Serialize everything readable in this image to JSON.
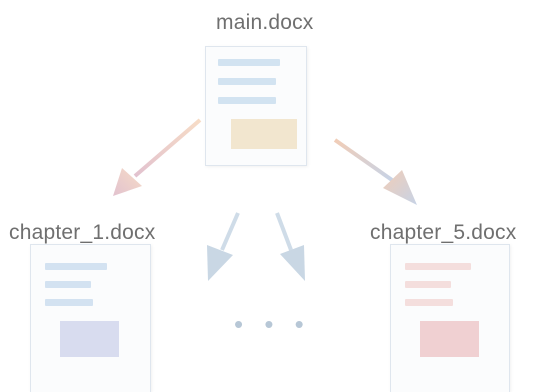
{
  "main": {
    "label": "main.docx"
  },
  "chapter_left": {
    "label": "chapter_1.docx"
  },
  "chapter_right": {
    "label": "chapter_5.docx"
  },
  "ellipsis": "• • •",
  "colors": {
    "main_lines": "#d2e3f1",
    "main_block": "#f2e6cf",
    "left_lines": "#d3e2f1",
    "left_block": "#d8dcef",
    "right_lines": "#f4dedd",
    "right_block": "#f0d0d2",
    "arrow_left": "#f3d2b6",
    "arrow_mid": "#cfdce8",
    "arrow_right": "#f0cdb8"
  }
}
